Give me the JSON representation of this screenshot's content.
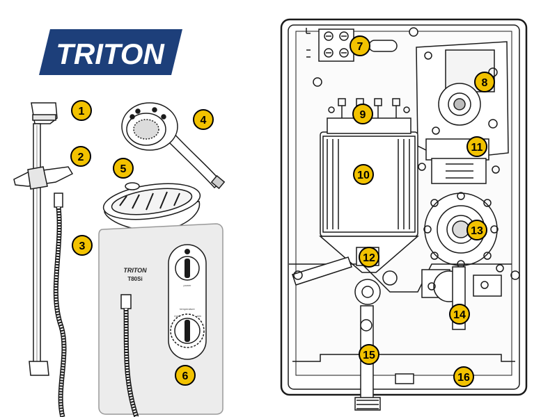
{
  "logo": {
    "text": "TRITON",
    "color": "#1d3f7a"
  },
  "unit_front": {
    "brand": "TRITON",
    "model": "T80Si",
    "labels": {
      "top": "power",
      "bottom_left": "max",
      "bottom_right": "min",
      "bottom_title": "temperature"
    }
  },
  "callouts": [
    "1",
    "2",
    "3",
    "4",
    "5",
    "6",
    "7",
    "8",
    "9",
    "10",
    "11",
    "12",
    "13",
    "14",
    "15",
    "16"
  ],
  "colors": {
    "badge_fill": "#f2c200",
    "badge_stroke": "#000000",
    "line": "#1a1a1a"
  }
}
